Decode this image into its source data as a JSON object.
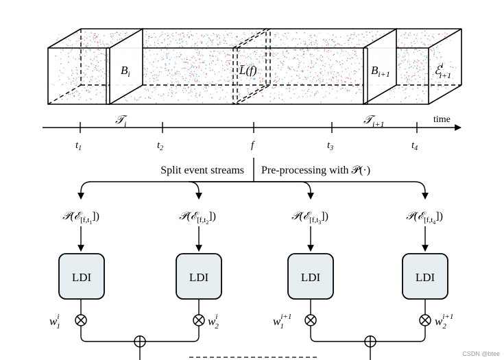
{
  "volume": {
    "label_bi": "B",
    "label_bi_sub": "i",
    "label_lbar": "L̄(f)",
    "label_bi1": "B",
    "label_bi1_sub": "i+1",
    "label_eps": "ℰ",
    "label_eps_sup": "i",
    "label_eps_sub": "i+1",
    "colors": {
      "red": "#d8453f",
      "blue": "#3d8fd6"
    }
  },
  "timeline": {
    "label": "time",
    "window_a": "𝒯",
    "window_a_sub": "i",
    "window_b": "𝒯",
    "window_b_sub": "i+1",
    "ticks": [
      {
        "name": "t",
        "sub": "1"
      },
      {
        "name": "t",
        "sub": "2"
      },
      {
        "name": "f",
        "sub": ""
      },
      {
        "name": "t",
        "sub": "3"
      },
      {
        "name": "t",
        "sub": "4"
      }
    ]
  },
  "split": {
    "left_text": "Split event streams",
    "right_text": "Pre-processing with 𝒫(·)"
  },
  "branches": [
    {
      "prep": "𝒫(ℰ",
      "range": "[f,t",
      "range_sub": "1",
      "close": "])",
      "box": "LDI",
      "weight": "w",
      "weight_sub": "1",
      "weight_sup": "i"
    },
    {
      "prep": "𝒫(ℰ",
      "range": "[f,t",
      "range_sub": "2",
      "close": "])",
      "box": "LDI",
      "weight": "w",
      "weight_sub": "2",
      "weight_sup": "i"
    },
    {
      "prep": "𝒫(ℰ",
      "range": "[f,t",
      "range_sub": "3",
      "close": "])",
      "box": "LDI",
      "weight": "w",
      "weight_sub": "1",
      "weight_sup": "i+1"
    },
    {
      "prep": "𝒫(ℰ",
      "range": "[f,t",
      "range_sub": "4",
      "close": "])",
      "box": "LDI",
      "weight": "w",
      "weight_sub": "2",
      "weight_sup": "i+1"
    }
  ],
  "operators": {
    "multiply": "⊗",
    "add": "⊕"
  },
  "watermark": "CSDN @btee"
}
